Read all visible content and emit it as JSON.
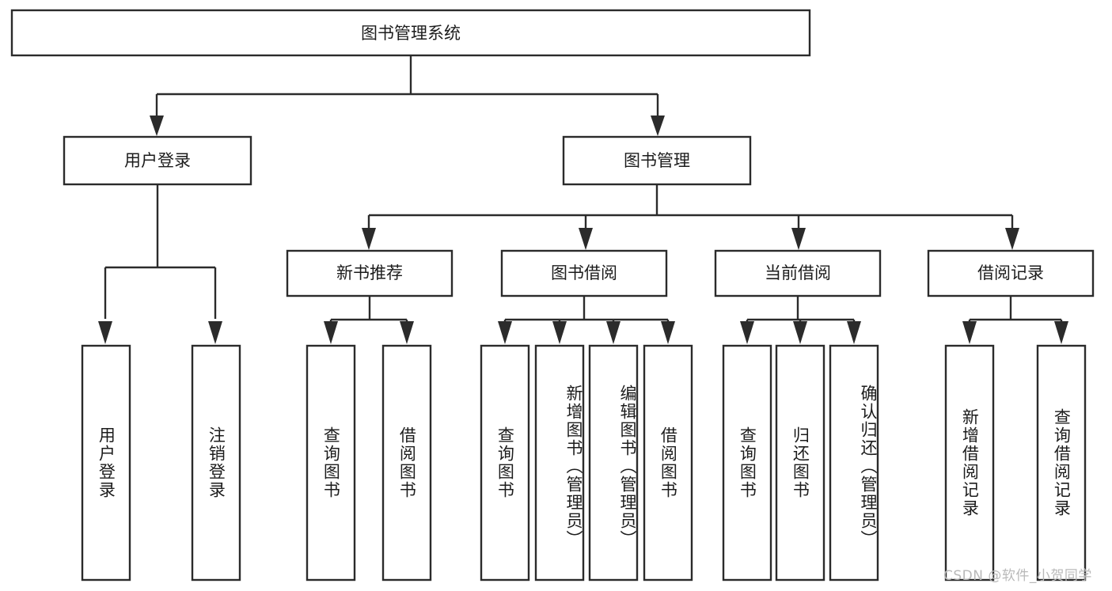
{
  "diagram": {
    "type": "tree-hierarchy",
    "orientation": "top-down",
    "root": {
      "label": "图书管理系统"
    },
    "level2": [
      {
        "label": "用户登录"
      },
      {
        "label": "图书管理"
      }
    ],
    "level3": [
      {
        "label": "新书推荐"
      },
      {
        "label": "图书借阅"
      },
      {
        "label": "当前借阅"
      },
      {
        "label": "借阅记录"
      }
    ],
    "leaves": {
      "user_login": [
        {
          "label": "用户登录"
        },
        {
          "label": "注销登录"
        }
      ],
      "new_book_recommend": [
        {
          "label": "查询图书"
        },
        {
          "label": "借阅图书"
        }
      ],
      "book_borrow": [
        {
          "label": "查询图书"
        },
        {
          "label": "新增图书（管理员）"
        },
        {
          "label": "编辑图书（管理员）"
        },
        {
          "label": "借阅图书"
        }
      ],
      "current_borrow": [
        {
          "label": "查询图书"
        },
        {
          "label": "归还图书"
        },
        {
          "label": "确认归还（管理员）"
        }
      ],
      "borrow_record": [
        {
          "label": "新增借阅记录"
        },
        {
          "label": "查询借阅记录"
        }
      ]
    }
  },
  "watermark": {
    "text": "CSDN @软件_小贺同学"
  },
  "colors": {
    "stroke": "#2b2b2b",
    "box_fill": "#ffffff",
    "text": "#1c1c1c",
    "background": "#ffffff",
    "watermark": "#b9b9b9"
  }
}
